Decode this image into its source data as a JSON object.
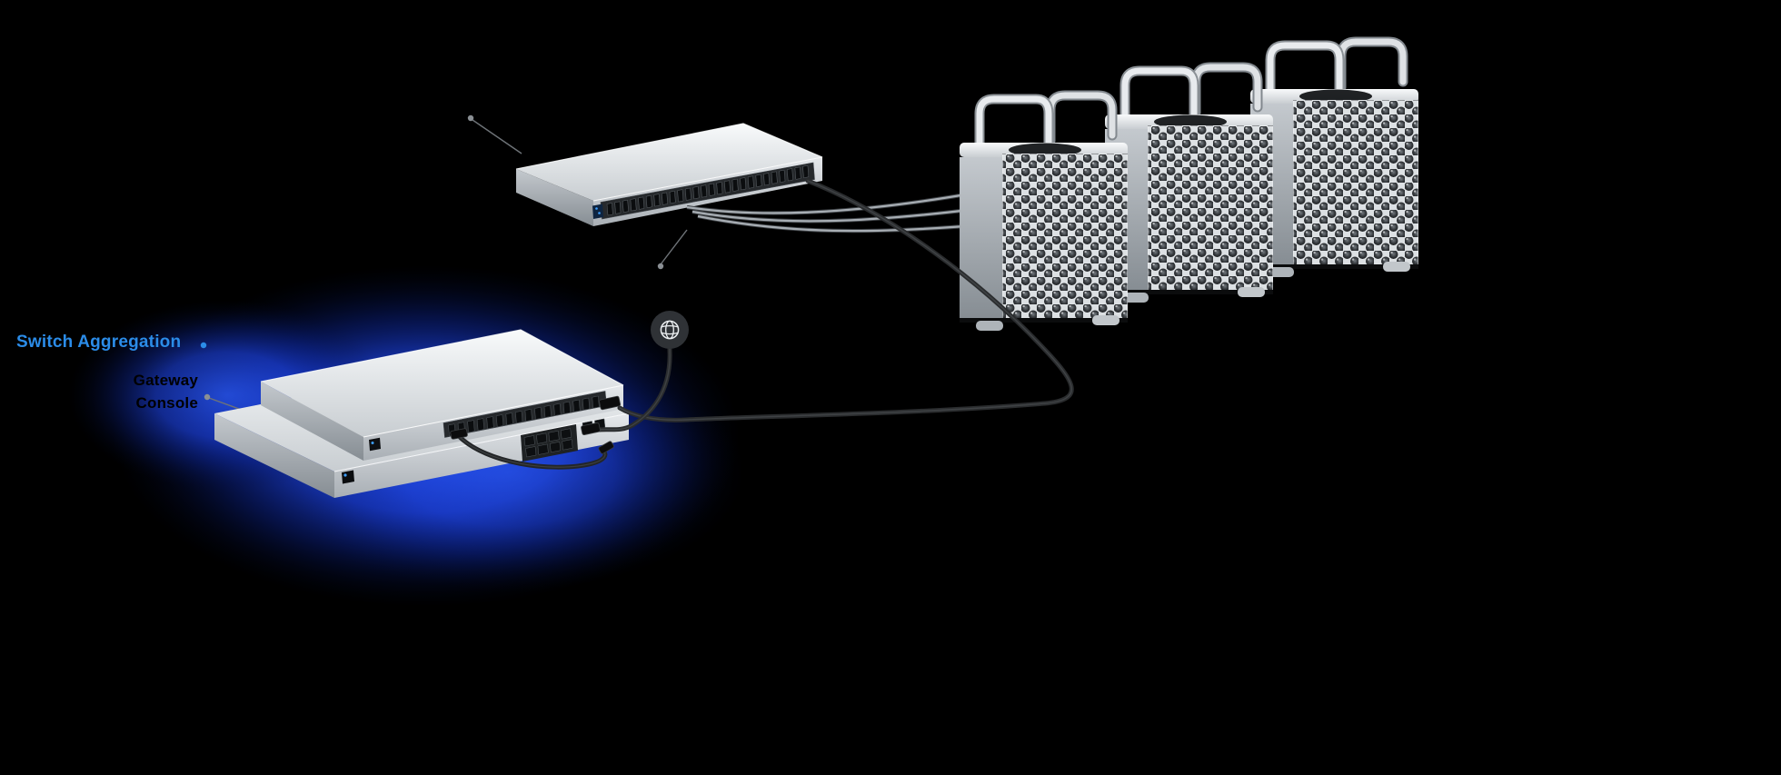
{
  "page": {
    "background": "#000000"
  },
  "labels": {
    "switch_aggregation": "Switch Aggregation",
    "gateway": "Gateway",
    "console": "Console"
  },
  "colors": {
    "accent_blue": "#2b8ce8",
    "glow_blue": "#1e45ea",
    "metal_silver": "#d6dadd",
    "cable_dark": "#2a2c2e",
    "cable_silver": "#a8aeb4"
  },
  "icons": {
    "globe": "globe-icon"
  },
  "devices": {
    "uplink_switch": {
      "port_count": 26
    },
    "aggregation_switch": {
      "sfp_port_count": 16
    },
    "gateway_console": {
      "lan_port_count": 8,
      "sfp_port_count": 2
    },
    "servers": {
      "count": 3
    }
  }
}
